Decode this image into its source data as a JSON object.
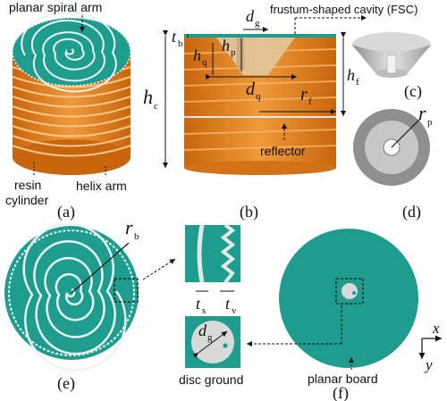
{
  "colors": {
    "teal": "#1e9d8f",
    "orange": "#e07f1a",
    "light_gray": "#d9d9d9",
    "mid_gray": "#9a9a9a",
    "dark_gray": "#6b6b6b",
    "white": "#ffffff"
  },
  "labels": {
    "planar_spiral_arm": "planar spiral arm",
    "resin": "resin",
    "cylinder": "cylinder",
    "helix_arm": "helix arm",
    "fsc": "frustum-shaped cavity (FSC)",
    "reflector": "reflector",
    "disc_ground": "disc ground",
    "planar_board": "planar board"
  },
  "symbols": {
    "t": "t",
    "b": "b",
    "h": "h",
    "c": "c",
    "d": "d",
    "g": "g",
    "p": "p",
    "q": "q",
    "f": "f",
    "r": "r",
    "s": "s",
    "v": "v",
    "x": "x",
    "y": "y"
  },
  "panels": {
    "a": "(a)",
    "b": "(b)",
    "c": "(c)",
    "d": "(d)",
    "e": "(e)",
    "f": "(f)"
  }
}
